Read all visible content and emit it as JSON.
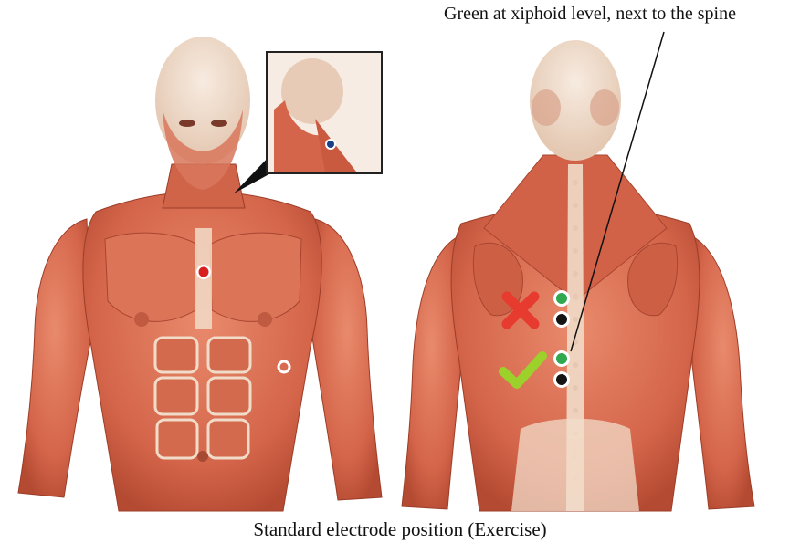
{
  "annotation": "Green at xiphoid level, next to the spine",
  "caption": "Standard electrode position (Exercise)",
  "colors": {
    "muscle": "#d4654a",
    "muscle_dark": "#b44a32",
    "skin_cream": "#f1dcc9",
    "electrode_red": "#d81e1e",
    "electrode_green": "#2fa84f",
    "electrode_black": "#141414",
    "cross_mark": "#e63b2e",
    "check_mark": "#9cd12b"
  },
  "markers": {
    "front_chest": "red-electrode",
    "front_side": "open-electrode-ring",
    "back_wrong": [
      "green-electrode",
      "black-electrode",
      "cross-icon"
    ],
    "back_correct": [
      "green-electrode",
      "black-electrode",
      "check-icon"
    ]
  }
}
